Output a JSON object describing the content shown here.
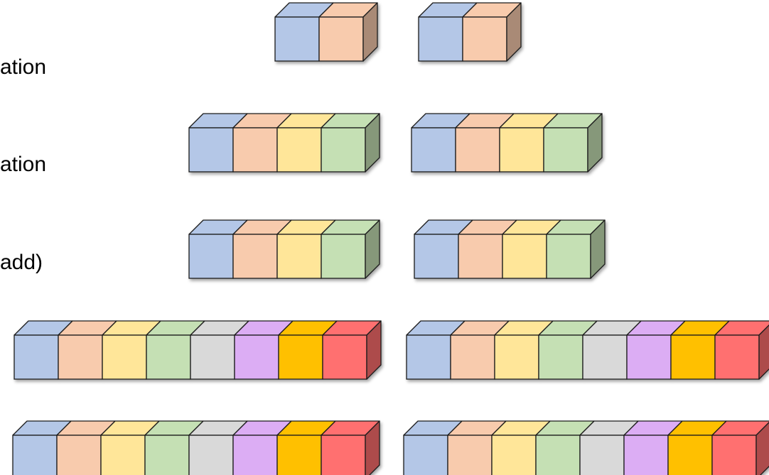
{
  "labels": [
    "ation",
    "ation",
    "add)"
  ],
  "colors": {
    "blue": "#b4c7e7",
    "peach": "#f8cbad",
    "yellow": "#ffe699",
    "green": "#c5e0b4",
    "gray": "#d9d9d9",
    "violet": "#dcadf4",
    "orange": "#ffc000",
    "red": "#ff7070"
  },
  "rows": [
    {
      "name": "row-1",
      "groups": [
        [
          "blue",
          "peach"
        ],
        [
          "blue",
          "peach"
        ]
      ]
    },
    {
      "name": "row-2",
      "groups": [
        [
          "blue",
          "peach",
          "yellow",
          "green"
        ],
        [
          "blue",
          "peach",
          "yellow",
          "green"
        ]
      ]
    },
    {
      "name": "row-3",
      "groups": [
        [
          "blue",
          "peach",
          "yellow",
          "green"
        ],
        [
          "blue",
          "peach",
          "yellow",
          "green"
        ]
      ]
    },
    {
      "name": "row-4",
      "groups": [
        [
          "blue",
          "peach",
          "yellow",
          "green",
          "gray",
          "violet",
          "orange",
          "red"
        ],
        [
          "blue",
          "peach",
          "yellow",
          "green",
          "gray",
          "violet",
          "orange",
          "red"
        ]
      ]
    },
    {
      "name": "row-5",
      "groups": [
        [
          "blue",
          "peach",
          "yellow",
          "green",
          "gray",
          "violet",
          "orange",
          "red"
        ],
        [
          "blue",
          "peach",
          "yellow",
          "green",
          "gray",
          "violet",
          "orange",
          "red"
        ]
      ]
    }
  ]
}
